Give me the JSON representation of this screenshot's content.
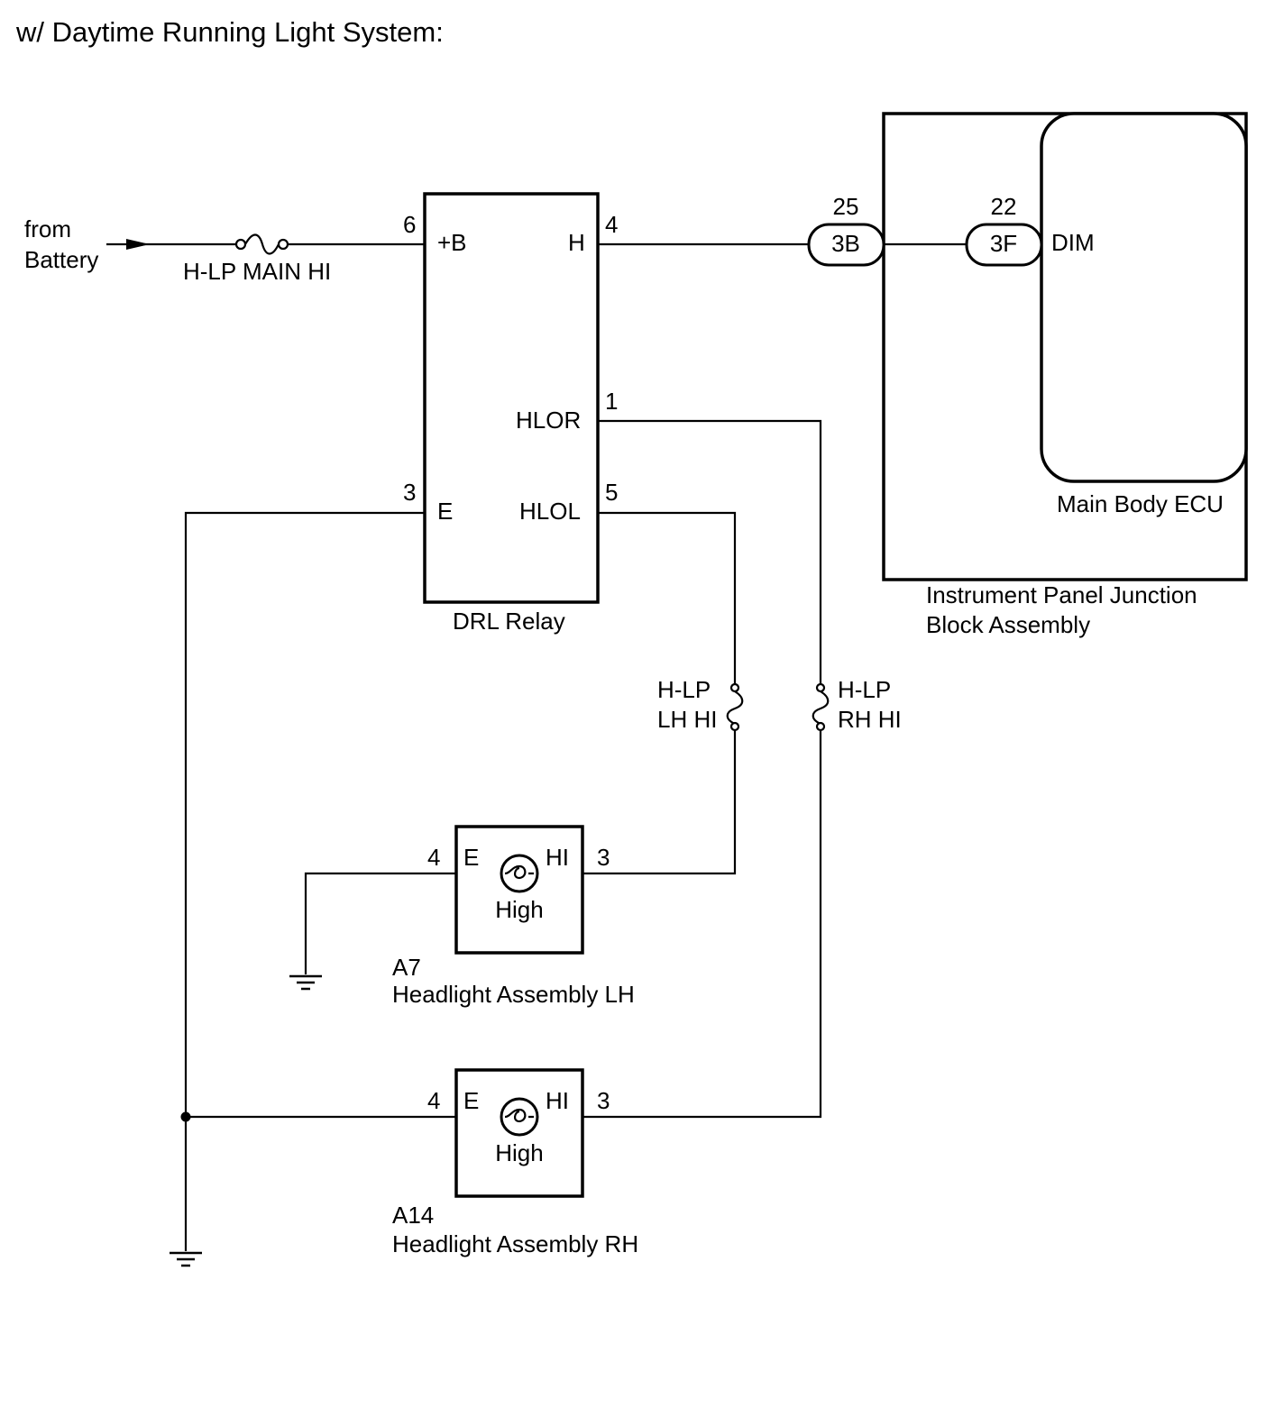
{
  "title": "w/ Daytime Running Light System:",
  "source": {
    "line1": "from",
    "line2": "Battery"
  },
  "fuses": {
    "main": "H-LP MAIN HI",
    "lh": {
      "line1": "H-LP",
      "line2": "LH HI"
    },
    "rh": {
      "line1": "H-LP",
      "line2": "RH HI"
    }
  },
  "drl_relay": {
    "name": "DRL Relay",
    "pins": [
      {
        "num": "6",
        "label": "+B"
      },
      {
        "num": "4",
        "label": "H"
      },
      {
        "num": "1",
        "label": "HLOR"
      },
      {
        "num": "3",
        "label": "E"
      },
      {
        "num": "5",
        "label": "HLOL"
      }
    ]
  },
  "junction_block": {
    "name_line1": "Instrument Panel Junction",
    "name_line2": "Block Assembly",
    "connectors": [
      {
        "pin": "25",
        "code": "3B"
      },
      {
        "pin": "22",
        "code": "3F"
      }
    ],
    "ecu": {
      "name": "Main Body ECU",
      "terminal": "DIM"
    }
  },
  "headlights": [
    {
      "code": "A7",
      "name": "Headlight Assembly LH",
      "bulb": "High",
      "pin_e_num": "4",
      "pin_e": "E",
      "pin_hi_num": "3",
      "pin_hi": "HI"
    },
    {
      "code": "A14",
      "name": "Headlight Assembly RH",
      "bulb": "High",
      "pin_e_num": "4",
      "pin_e": "E",
      "pin_hi_num": "3",
      "pin_hi": "HI"
    }
  ]
}
